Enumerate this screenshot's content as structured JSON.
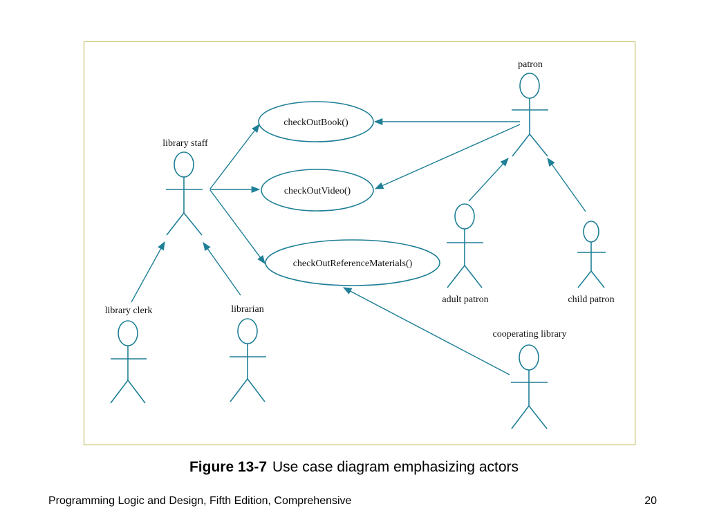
{
  "colors": {
    "diagram_line": "#1e7f96",
    "frame_border": "#b8ad3a"
  },
  "actors": {
    "library_staff": "library staff",
    "library_clerk": "library clerk",
    "librarian": "librarian",
    "patron": "patron",
    "adult_patron": "adult patron",
    "child_patron": "child patron",
    "cooperating_library": "cooperating library"
  },
  "use_cases": {
    "check_out_book": "checkOutBook()",
    "check_out_video": "checkOutVideo()",
    "check_out_reference": "checkOutReferenceMaterials()"
  },
  "caption": {
    "figure_number": "Figure 13-7",
    "text": "Use case diagram emphasizing actors"
  },
  "footer": {
    "book_title": "Programming Logic and Design, Fifth Edition, Comprehensive",
    "page_number": "20"
  }
}
